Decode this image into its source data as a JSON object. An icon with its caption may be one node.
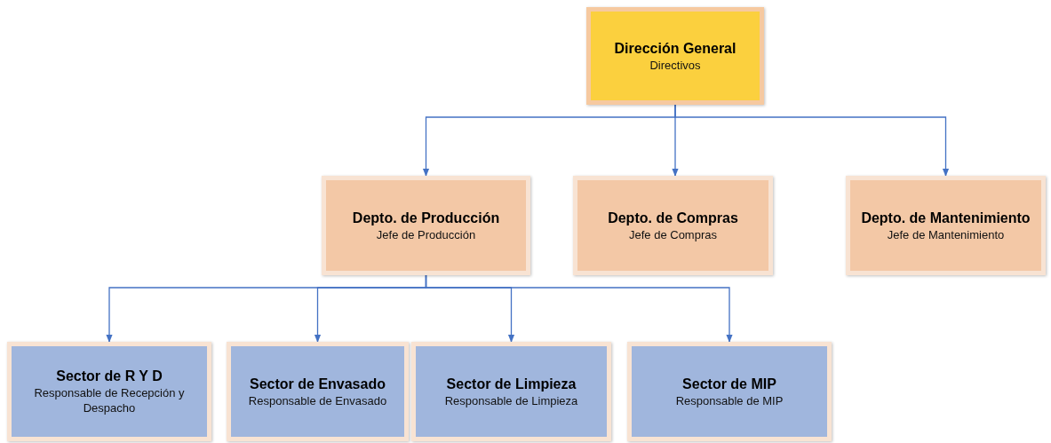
{
  "diagram": {
    "nodes": [
      {
        "text": [
          "Dirección General",
          "Directivos"
        ]
      },
      {
        "text": [
          "Depto. de Producción",
          "Jefe de Producción"
        ]
      },
      {
        "text": [
          "Depto. de Compras",
          "Jefe de Compras"
        ]
      },
      {
        "text": [
          "Depto. de Mantenimiento",
          "Jefe de Mantenimiento"
        ]
      },
      {
        "text": [
          "Sector de R Y D",
          "Responsable de Recepción y Despacho"
        ]
      },
      {
        "text": [
          "Sector de Envasado",
          "Responsable de Envasado"
        ]
      },
      {
        "text": [
          "Sector de Limpieza",
          "Responsable de Limpieza"
        ]
      },
      {
        "text": [
          "Sector de MIP",
          "Responsable de MIP"
        ]
      }
    ],
    "edges": [
      {
        "from": 0,
        "to": 1,
        "arrow": "to"
      },
      {
        "from": 0,
        "to": 2,
        "arrow": "to"
      },
      {
        "from": 0,
        "to": 3,
        "arrow": "to"
      },
      {
        "from": 1,
        "to": 4,
        "arrow": "to"
      },
      {
        "from": 1,
        "to": 5,
        "arrow": "to"
      },
      {
        "from": 1,
        "to": 6,
        "arrow": "to"
      },
      {
        "from": 1,
        "to": 7,
        "arrow": "to"
      }
    ]
  }
}
